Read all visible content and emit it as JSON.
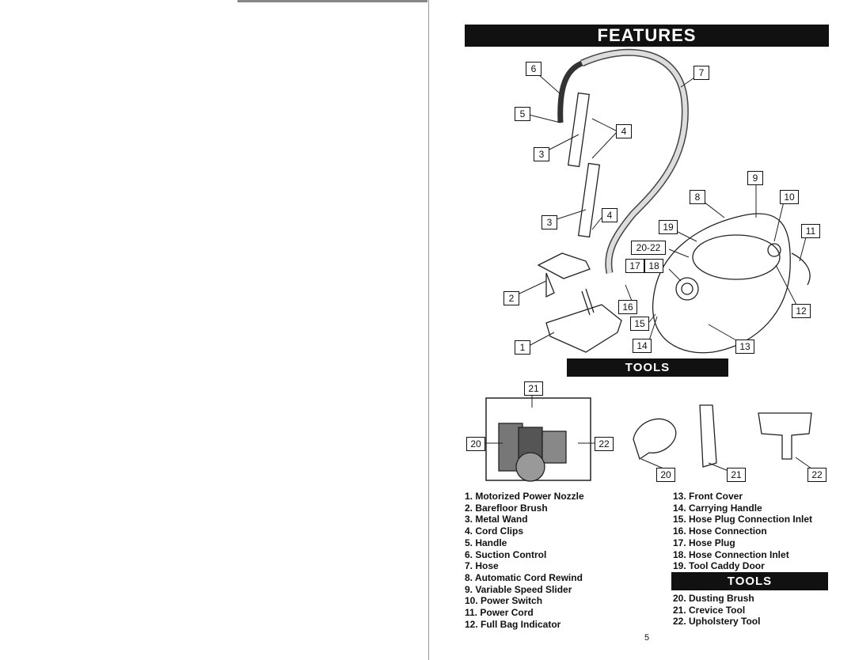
{
  "headings": {
    "features": "FEATURES",
    "tools": "TOOLS",
    "tools_second": "TOOLS"
  },
  "callouts": {
    "c1": "1",
    "c2": "2",
    "c3a": "3",
    "c3b": "3",
    "c4a": "4",
    "c4b": "4",
    "c5": "5",
    "c6": "6",
    "c7": "7",
    "c8": "8",
    "c9": "9",
    "c10": "10",
    "c11": "11",
    "c12": "12",
    "c13": "13",
    "c14": "14",
    "c15": "15",
    "c16": "16",
    "c17": "17",
    "c18": "18",
    "c19": "19",
    "c20_22": "20-22",
    "t20a": "20",
    "t21a": "21",
    "t22a": "22",
    "t20b": "20",
    "t21b": "21",
    "t22b": "22"
  },
  "parts_left": [
    "1.  Motorized Power Nozzle",
    "2.  Barefloor Brush",
    "3.  Metal Wand",
    "4.  Cord Clips",
    "5.  Handle",
    "6.  Suction Control",
    "7.  Hose",
    "8.  Automatic Cord Rewind",
    "9.  Variable Speed Slider",
    "10. Power Switch",
    "11. Power Cord",
    "12. Full Bag Indicator"
  ],
  "parts_right": [
    "13.  Front Cover",
    "14.  Carrying Handle",
    "15.  Hose Plug Connection Inlet",
    "16.  Hose Connection",
    "17.  Hose Plug",
    "18.  Hose Connection Inlet",
    "19.  Tool Caddy Door"
  ],
  "parts_tools": [
    "20.  Dusting Brush",
    "21.  Crevice Tool",
    "22.  Upholstery Tool"
  ],
  "page_number": "5"
}
